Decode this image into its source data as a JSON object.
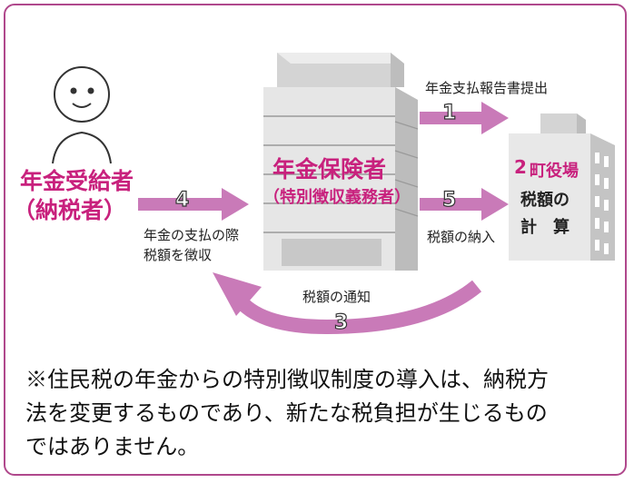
{
  "colors": {
    "frame": "#b0488c",
    "accent_text": "#c8217d",
    "arrow": "#c97ab8",
    "building_light": "#e6e6e6",
    "building_mid": "#d2d2d2",
    "building_dark": "#b9b9b9"
  },
  "icons": {
    "person": "person-icon",
    "insurer_building": "office-building-icon",
    "town_hall": "town-hall-building-icon"
  },
  "pensioner": {
    "title": "年金受給者",
    "subtitle": "（納税者）"
  },
  "insurer": {
    "title": "年金保険者",
    "subtitle": "（特別徴収義務者）"
  },
  "town_hall": {
    "number": "2",
    "name": "町役場",
    "task_line1": "税額の",
    "task_line2": "計　算"
  },
  "steps": [
    {
      "number": "1",
      "label": "年金支払報告書提出"
    },
    {
      "number": "3",
      "label": "税額の通知"
    },
    {
      "number": "4",
      "label_line1": "年金の支払の際",
      "label_line2": "税額を徴収"
    },
    {
      "number": "5",
      "label": "税額の納入"
    }
  ],
  "note": {
    "line1": "※住民税の年金からの特別徴収制度の導入は、納税方",
    "line2": "法を変更するものであり、新たな税負担が生じるもの",
    "line3": "ではありません。"
  }
}
